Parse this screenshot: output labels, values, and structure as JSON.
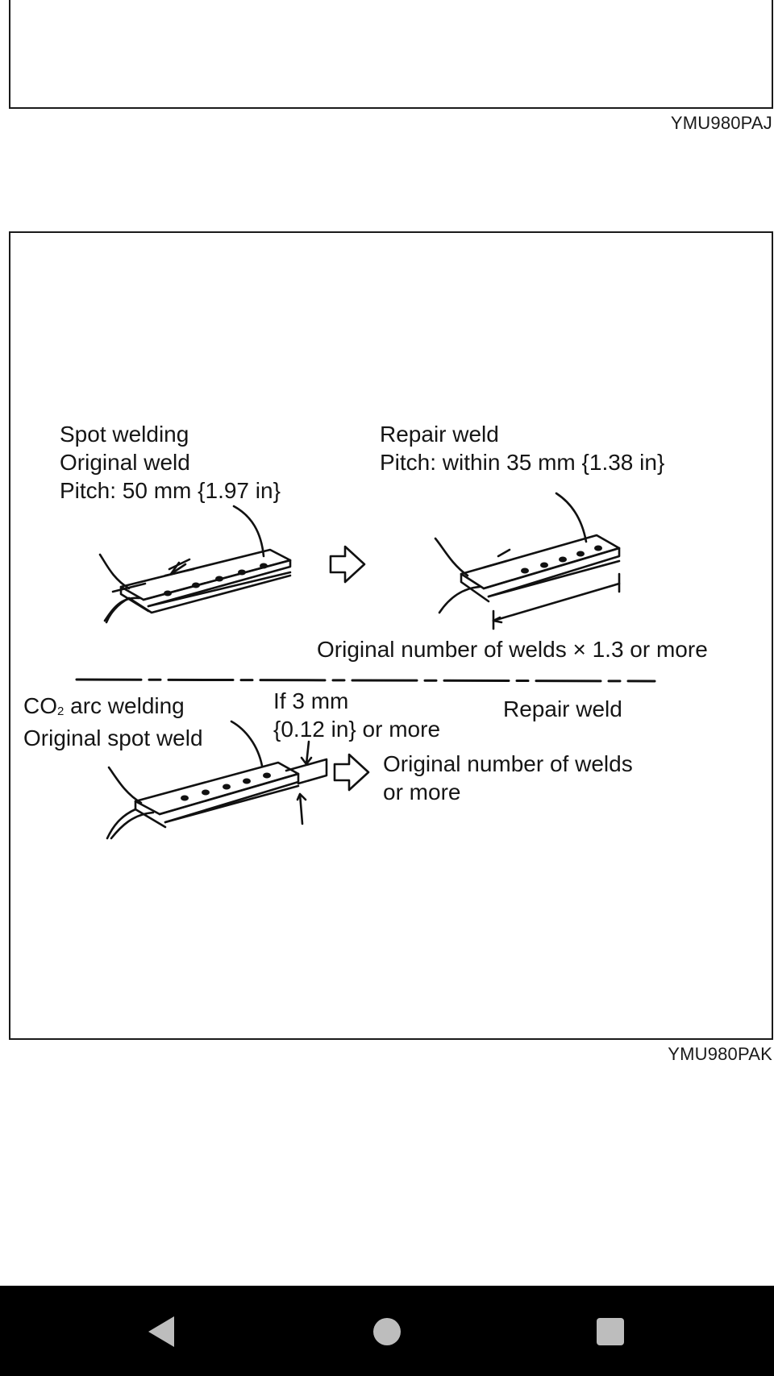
{
  "figures": [
    {
      "code": "YMU980PAJ"
    },
    {
      "code": "YMU980PAK",
      "spot_welding": {
        "line1": "Spot welding",
        "line2": "Original weld",
        "line3": "Pitch: 50 mm {1.97 in}"
      },
      "repair_weld_top": {
        "line1": "Repair weld",
        "line2": "Pitch: within 35 mm {1.38 in}"
      },
      "multiplier_note": "Original number of welds × 1.3 or more",
      "co2": {
        "prefix": "CO",
        "subscript": "2",
        "line1_rest": " arc welding",
        "line2": "Original spot weld"
      },
      "thickness": {
        "line1": "If 3 mm",
        "line2": "{0.12 in} or more"
      },
      "repair_weld_bottom": "Repair weld",
      "bottom_result": {
        "line1": "Original number of welds",
        "line2": "or more"
      }
    }
  ],
  "navbar": {
    "color": "#000000",
    "back_icon": "triangle-back-icon",
    "home_icon": "circle-home-icon",
    "recents_icon": "square-recents-icon"
  }
}
